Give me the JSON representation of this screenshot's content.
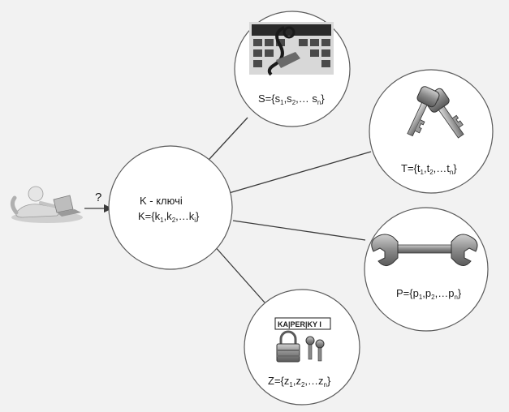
{
  "diagram": {
    "arrow_label": "?",
    "center": {
      "line1": "K - ключі",
      "line2_prefix": "K={k",
      "line2_subs": [
        "1",
        "2",
        "i"
      ],
      "line2_mid": [
        "",
        ",k",
        ",…k",
        "}"
      ]
    },
    "nodes": {
      "s": {
        "icon": "keyboard-icon",
        "prefix": "S={s",
        "parts": [
          ",s",
          ",… s",
          "}"
        ],
        "subs": [
          "1",
          "2",
          "n"
        ]
      },
      "t": {
        "icon": "keys-icon",
        "prefix": "T={t",
        "parts": [
          ",t",
          ",…t",
          "}"
        ],
        "subs": [
          "1",
          "2",
          "n"
        ]
      },
      "p": {
        "icon": "wrench-icon",
        "prefix": "P={p",
        "parts": [
          ",p",
          ",…p",
          "}"
        ],
        "subs": [
          "1",
          "2",
          "n"
        ]
      },
      "z": {
        "icon": "padlock-keys-icon",
        "brand": "KA|PER|KY I",
        "prefix": "Z={z",
        "parts": [
          ",z",
          ",…z",
          "}"
        ],
        "subs": [
          "1",
          "2",
          "n"
        ]
      }
    },
    "colors": {
      "background": "#f2f2f2",
      "circle_fill": "#ffffff",
      "circle_stroke": "#5a5a5a",
      "line": "#3a3a3a"
    }
  }
}
